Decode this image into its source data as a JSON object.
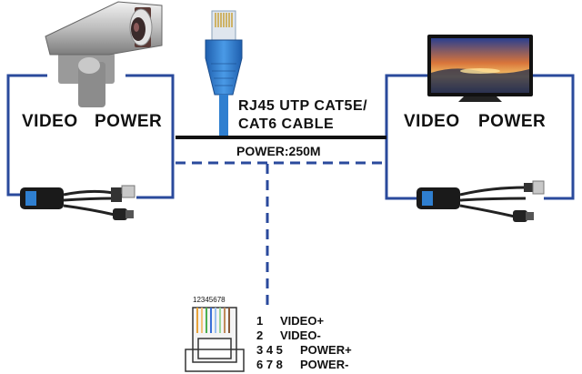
{
  "colors": {
    "wire": "#2a4a9c",
    "cable": "#111111",
    "rj45_blue": "#2f7fd0",
    "balun": "#1a1a1a"
  },
  "left_box": {
    "video_label": "VIDEO",
    "power_label": "POWER"
  },
  "right_box": {
    "video_label": "VIDEO",
    "power_label": "POWER"
  },
  "cable": {
    "line1": "RJ45 UTP CAT5E/",
    "line2": "CAT6  CABLE",
    "power": "POWER:250M"
  },
  "connector": {
    "pin_numbers": "12345678"
  },
  "pinout": [
    {
      "pins": "1",
      "label": "VIDEO+"
    },
    {
      "pins": "2",
      "label": "VIDEO-"
    },
    {
      "pins": "3  4  5",
      "label": "POWER+"
    },
    {
      "pins": "6  7  8",
      "label": "POWER-"
    }
  ],
  "icons": [
    "security-camera-icon",
    "monitor-icon",
    "rj45-plug-icon",
    "video-balun-icon",
    "rj45-pinout-icon"
  ]
}
